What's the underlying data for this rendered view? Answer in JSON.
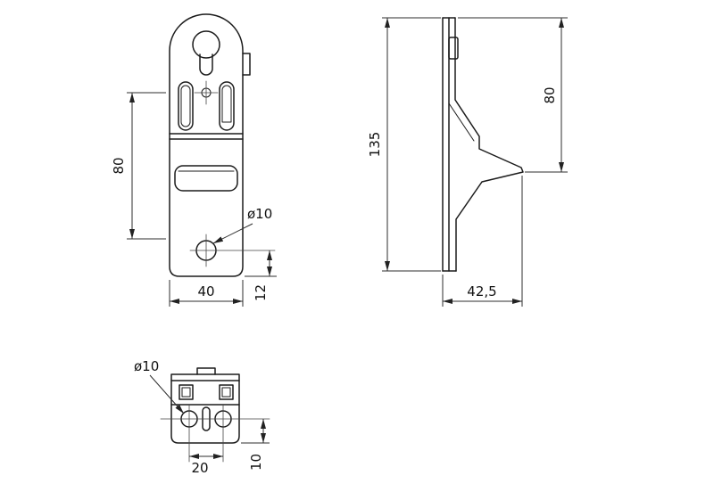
{
  "drawing": {
    "front_view": {
      "dim_height": "80",
      "dim_width": "40",
      "dim_hole_offset": "12",
      "label_hole_dia": "ø10"
    },
    "side_view": {
      "dim_total_height": "135",
      "dim_tip_height": "80",
      "dim_depth": "42,5"
    },
    "bottom_view": {
      "label_hole_dia": "ø10",
      "dim_hole_spacing": "20",
      "dim_hole_offset": "10"
    }
  },
  "colors": {
    "line": "#1b1b1b",
    "dimension": "#2e2e2e",
    "background": "#ffffff"
  }
}
